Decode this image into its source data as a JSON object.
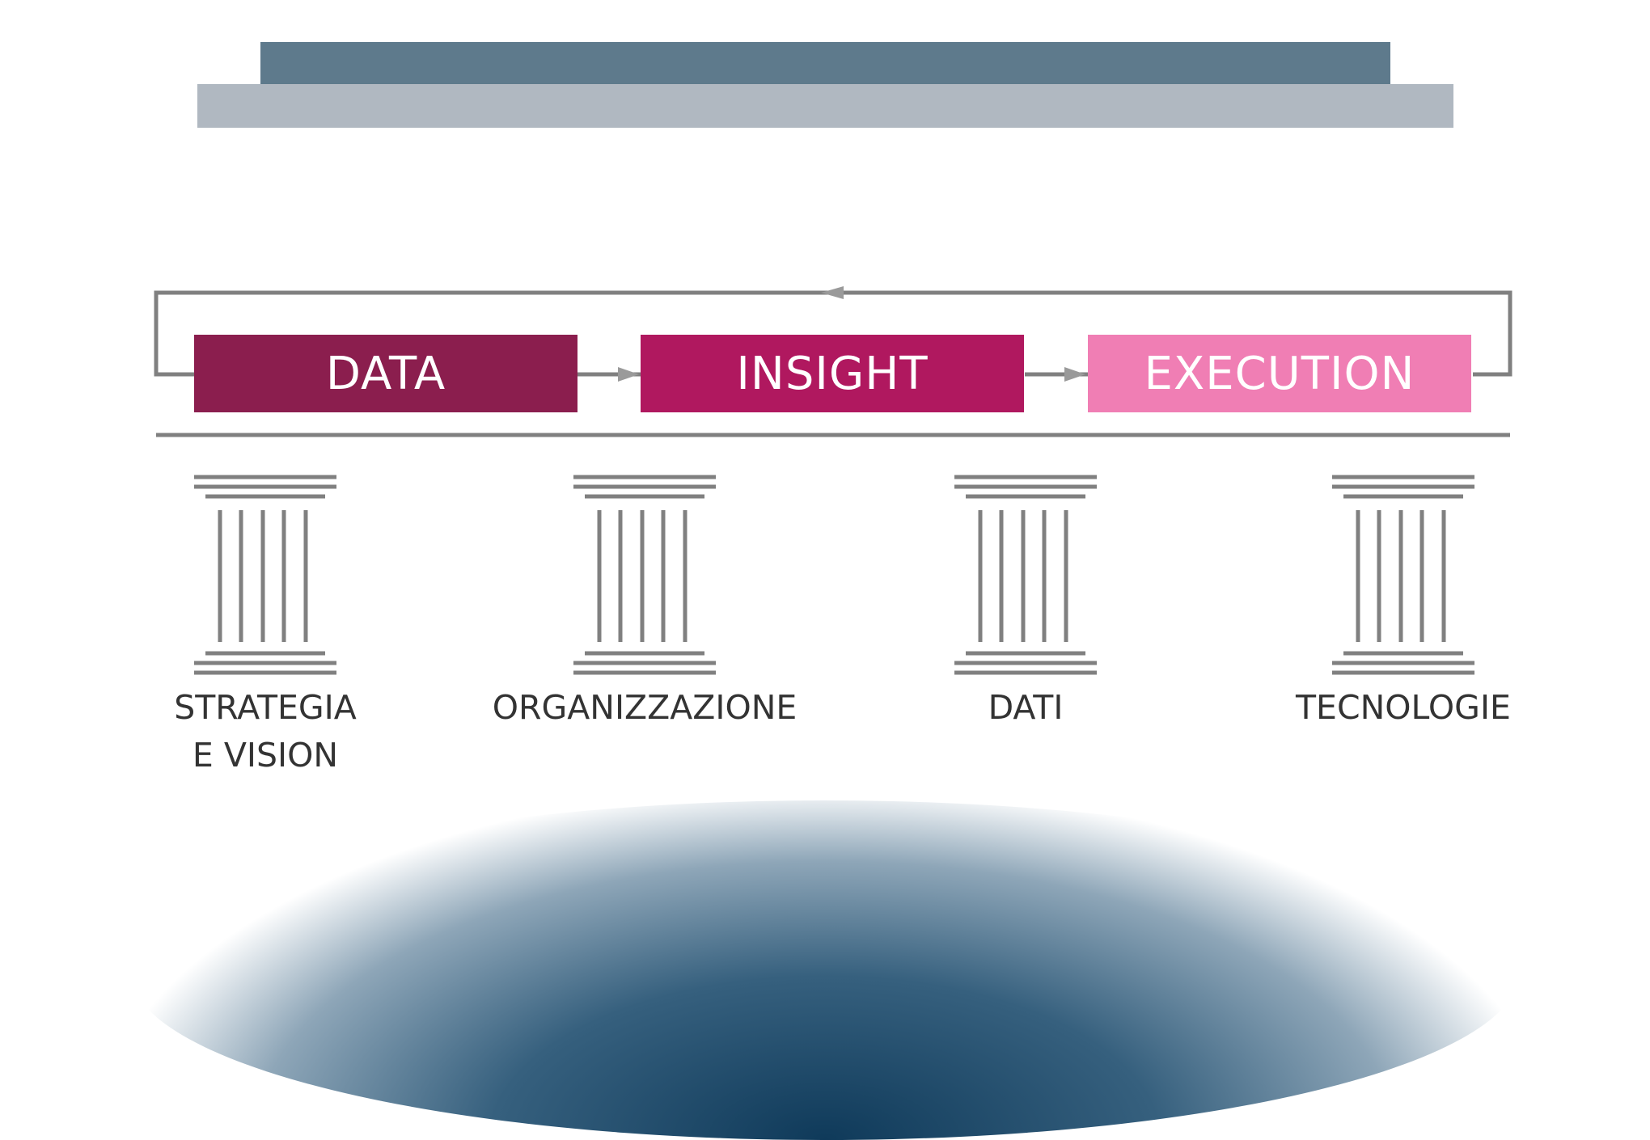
{
  "colors": {
    "roof_top": "#5e7a8c",
    "roof_bottom": "#b0b8c1",
    "connector": "#808080",
    "pillar": "#808080",
    "data_box": "#8b1e4e",
    "insight_box": "#b0185f",
    "execution_box": "#f07eb4"
  },
  "flow": {
    "boxes": [
      {
        "label": "DATA"
      },
      {
        "label": "INSIGHT"
      },
      {
        "label": "EXECUTION"
      }
    ]
  },
  "pillars": [
    {
      "line1": "STRATEGIA",
      "line2": "E VISION"
    },
    {
      "line1": "ORGANIZZAZIONE",
      "line2": ""
    },
    {
      "line1": "DATI",
      "line2": ""
    },
    {
      "line1": "TECNOLOGIE",
      "line2": ""
    }
  ]
}
